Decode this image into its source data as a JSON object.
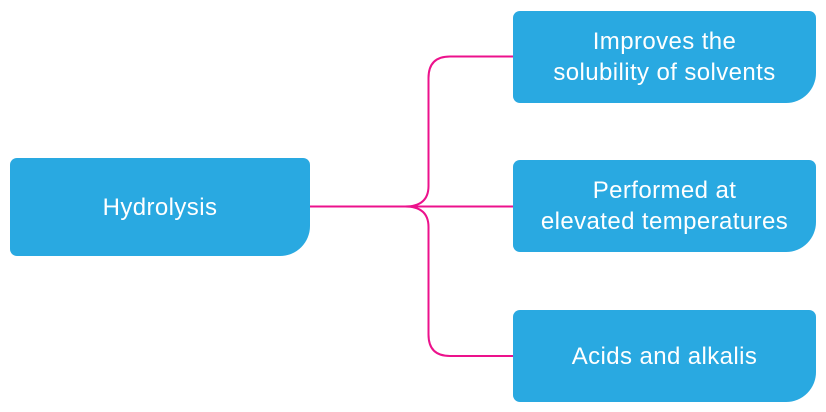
{
  "diagram": {
    "type": "mind-map",
    "root": {
      "label": "Hydrolysis"
    },
    "branches": [
      {
        "label": "Improves the solubility of solvents",
        "lines": [
          "Improves the",
          "solubility of solvents"
        ]
      },
      {
        "label": "Performed at elevated temperatures",
        "lines": [
          "Performed at",
          "elevated temperatures"
        ]
      },
      {
        "label": "Acids and alkalis",
        "lines": [
          "Acids and alkalis"
        ]
      }
    ],
    "colors": {
      "node_fill": "#29A9E1",
      "node_text": "#FFFFFF",
      "connector": "#EC128C",
      "background": "#FFFFFF"
    }
  }
}
